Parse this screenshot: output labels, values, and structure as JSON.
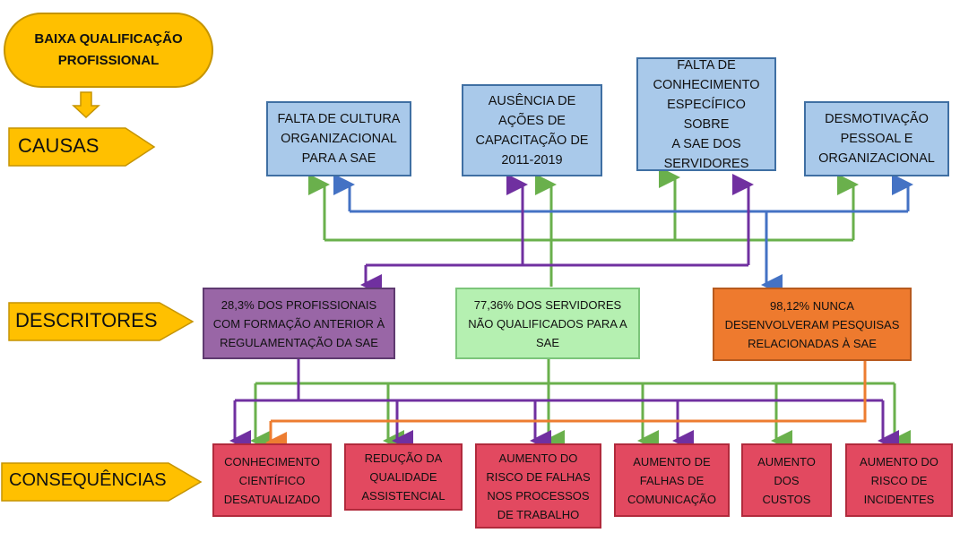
{
  "header": {
    "title": "BAIXA QUALIFICAÇÃO\nPROFISSIONAL"
  },
  "row_labels": {
    "causes": "CAUSAS",
    "descriptors": "DESCRITORES",
    "consequences": "CONSEQUÊNCIAS"
  },
  "causes": [
    {
      "text": "FALTA DE CULTURA\nORGANIZACIONAL\nPARA A SAE"
    },
    {
      "text": "AUSÊNCIA DE\nAÇÕES DE\nCAPACITAÇÃO DE\n2011-2019"
    },
    {
      "text": "FALTA DE\nCONHECIMENTO\nESPECÍFICO SOBRE\nA SAE DOS\nSERVIDORES"
    },
    {
      "text": "DESMOTIVAÇÃO\nPESSOAL E\nORGANIZACIONAL"
    }
  ],
  "descriptors": [
    {
      "text": "28,3% DOS PROFISSIONAIS\nCOM FORMAÇÃO ANTERIOR À\nREGULAMENTAÇÃO DA SAE"
    },
    {
      "text": "77,36% DOS SERVIDORES\nNÃO QUALIFICADOS PARA A\nSAE"
    },
    {
      "text": "98,12% NUNCA\nDESENVOLVERAM PESQUISAS\nRELACIONADAS À SAE"
    }
  ],
  "consequences": [
    {
      "text": "CONHECIMENTO\nCIENTÍFICO\nDESATUALIZADO"
    },
    {
      "text": "REDUÇÃO DA\nQUALIDADE\nASSISTENCIAL"
    },
    {
      "text": "AUMENTO DO\nRISCO DE FALHAS\nNOS PROCESSOS\nDE TRABALHO"
    },
    {
      "text": "AUMENTO DE\nFALHAS DE\nCOMUNICAÇÃO"
    },
    {
      "text": "AUMENTO\nDOS\nCUSTOS"
    },
    {
      "text": "AUMENTO DO\nRISCO DE\nINCIDENTES"
    }
  ],
  "colors": {
    "green": "#6ab04c",
    "blue": "#4472c4",
    "purple": "#7030a0",
    "orange": "#ed7d31",
    "yellow": "#ffc000"
  }
}
